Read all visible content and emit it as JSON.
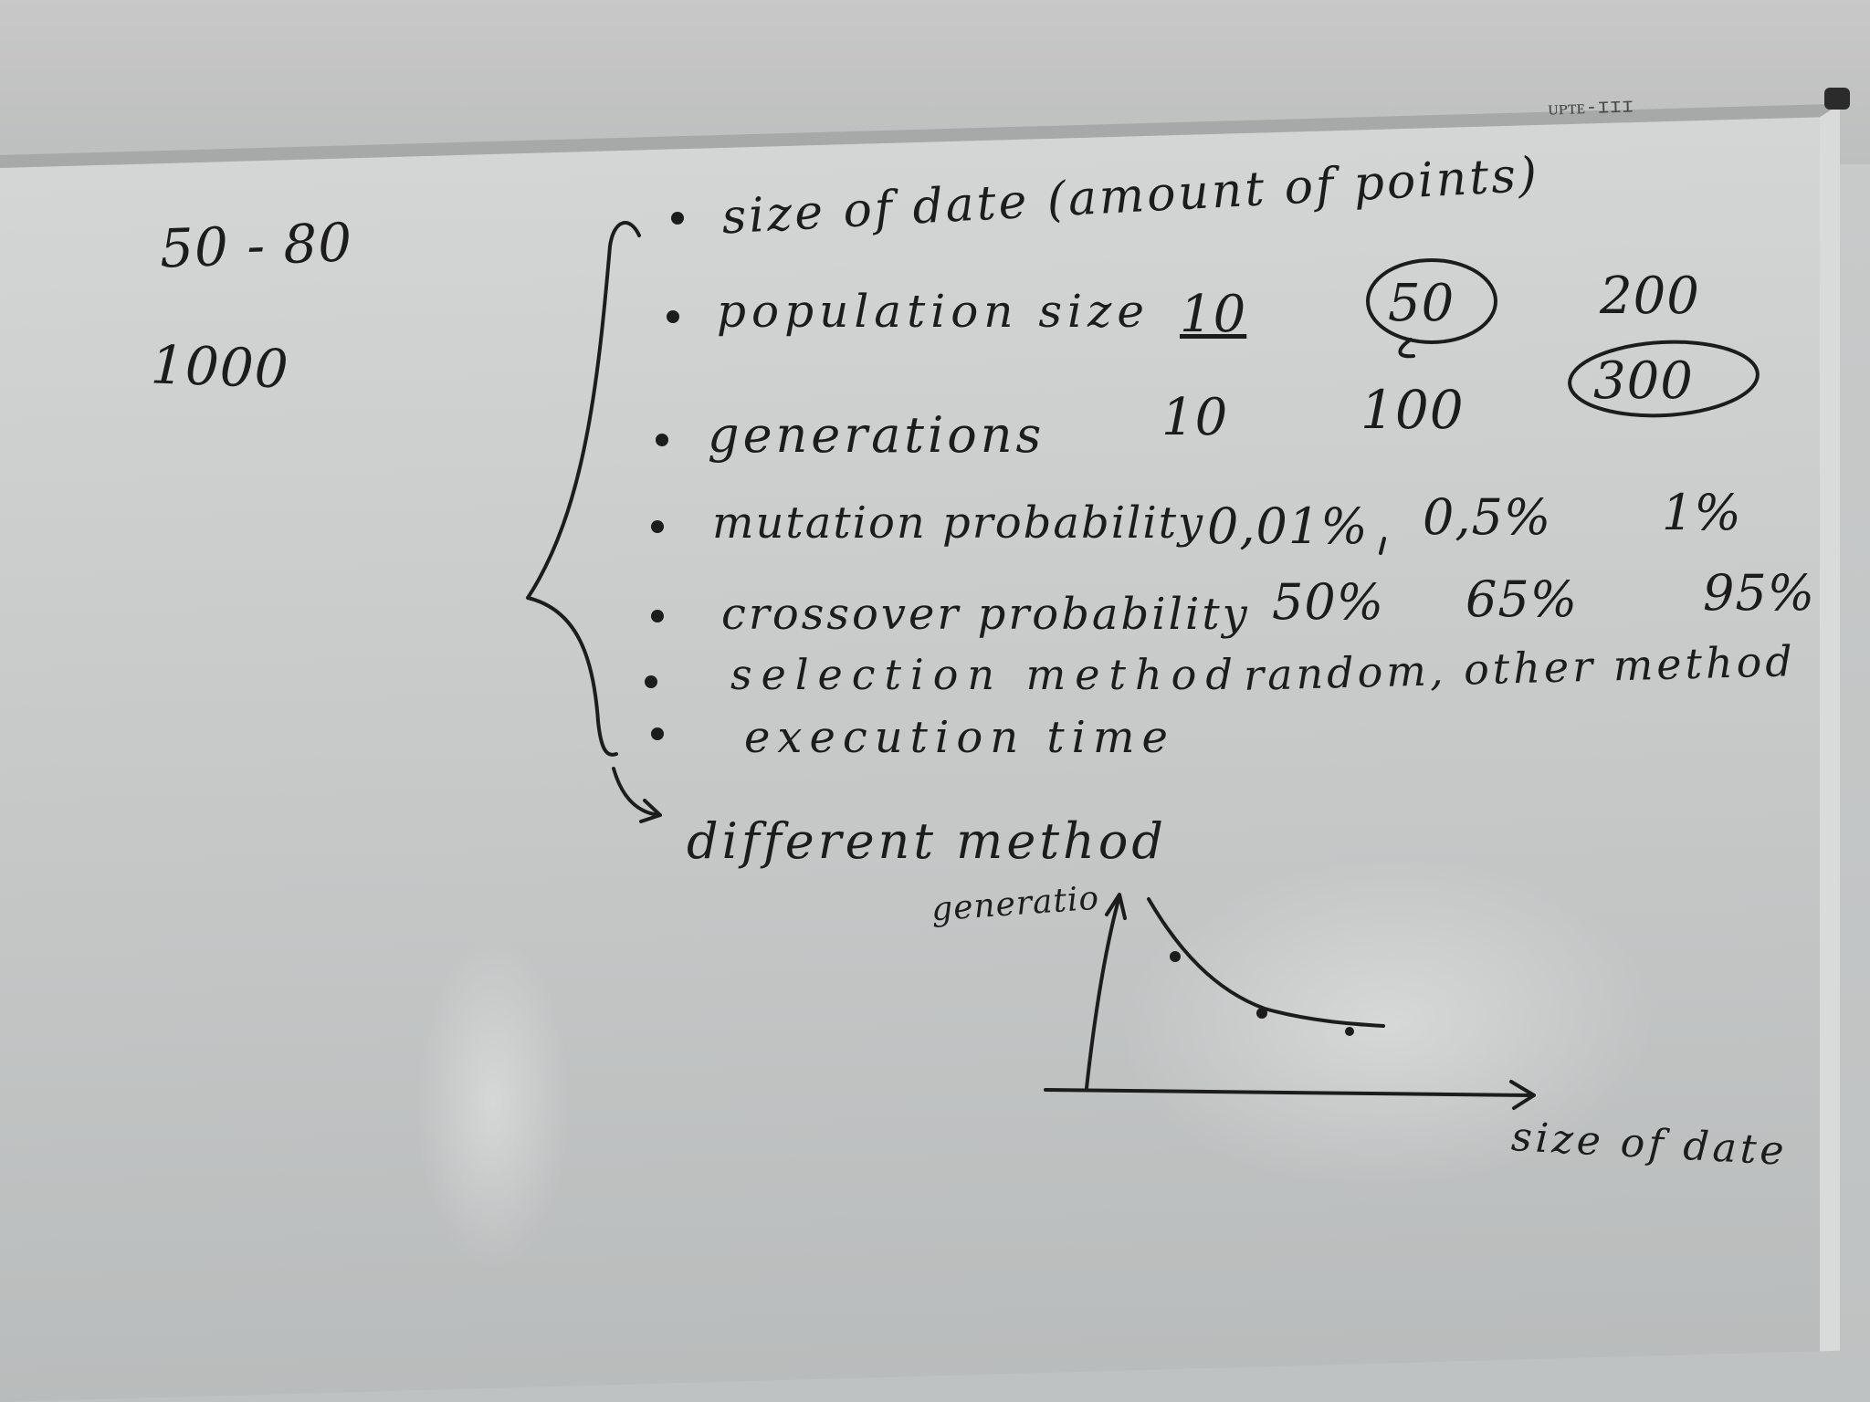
{
  "wall_note": "ᴜᴘᴛᴇ-ɪɪɪ",
  "left_notes": [
    "50 - 80",
    "1000"
  ],
  "items": [
    {
      "label": "size of date (amount of points)",
      "values": []
    },
    {
      "label": "population size",
      "values": [
        "10",
        "50",
        "200"
      ]
    },
    {
      "label": "",
      "values": [
        "300"
      ]
    },
    {
      "label": "generations",
      "values": [
        "10",
        "100"
      ]
    },
    {
      "label": "mutation probability",
      "values": [
        "0,01%",
        "0,5%",
        "1%"
      ]
    },
    {
      "label": "crossover probability",
      "values": [
        "50%",
        "65%",
        "95%"
      ]
    },
    {
      "label": "selection method",
      "values": [
        "random, other method"
      ]
    },
    {
      "label": "execution time",
      "values": []
    }
  ],
  "conclusion": "different method",
  "sketch_chart": {
    "y_label": "generatio",
    "x_label": "size of date"
  }
}
